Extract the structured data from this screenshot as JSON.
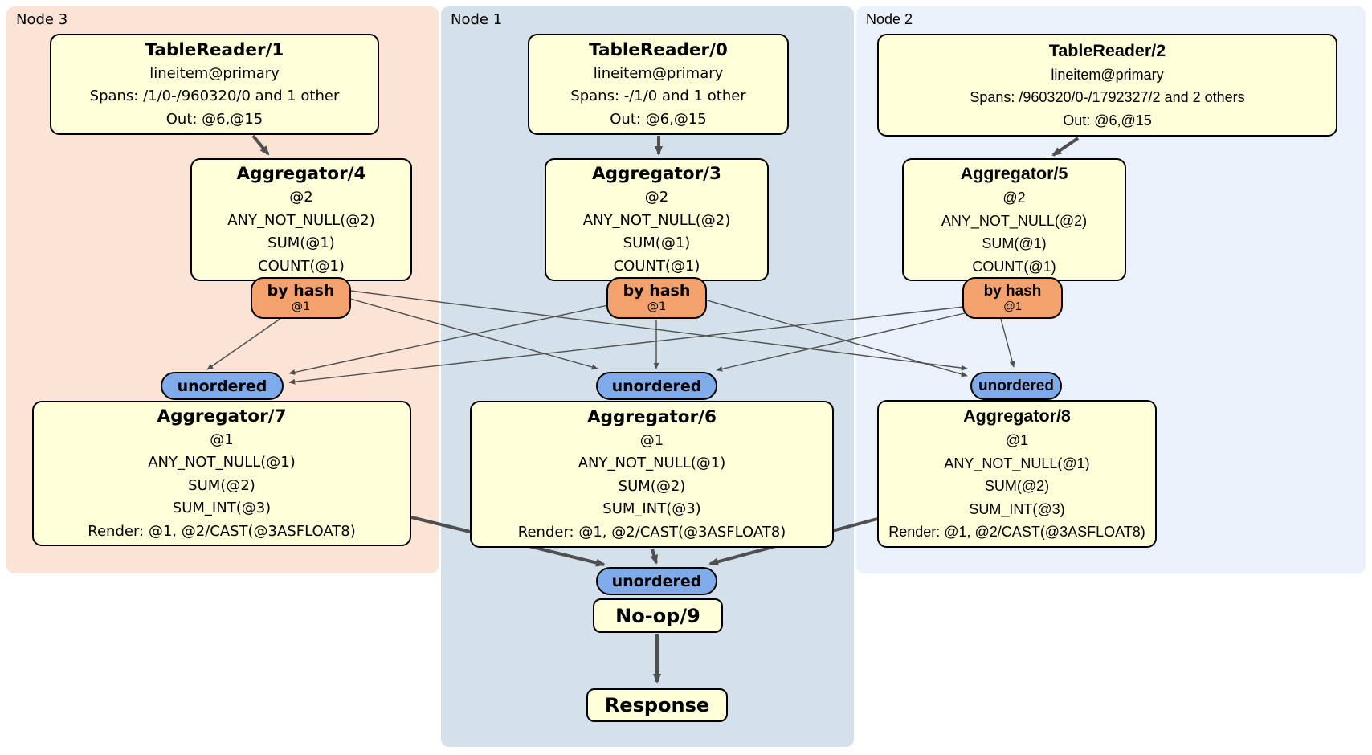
{
  "colors": {
    "node3_band": "#fbe3d6",
    "node1_band": "#d5e1ea",
    "node2_band": "#ebf1fa",
    "box_fill": "#ffffd9",
    "router_fill": "#f4a26d",
    "stream_fill": "#7fabeb",
    "edge": "#4f4f4f"
  },
  "groups": [
    {
      "label": "Node 3",
      "table_reader": {
        "title": "TableReader/1",
        "lines": [
          "lineitem@primary",
          "Spans: /1/0-/960320/0 and 1 other",
          "Out: @6,@15"
        ]
      },
      "pre_aggregator": {
        "title": "Aggregator/4",
        "lines": [
          "@2",
          "ANY_NOT_NULL(@2)",
          "SUM(@1)",
          "COUNT(@1)"
        ]
      },
      "router": {
        "label": "by hash",
        "detail": "@1"
      },
      "stream": {
        "label": "unordered"
      },
      "final_aggregator": {
        "title": "Aggregator/7",
        "lines": [
          "@1",
          "ANY_NOT_NULL(@1)",
          "SUM(@2)",
          "SUM_INT(@3)",
          "Render: @1, @2/CAST(@3ASFLOAT8)"
        ]
      }
    },
    {
      "label": "Node 1",
      "table_reader": {
        "title": "TableReader/0",
        "lines": [
          "lineitem@primary",
          "Spans: -/1/0 and 1 other",
          "Out: @6,@15"
        ]
      },
      "pre_aggregator": {
        "title": "Aggregator/3",
        "lines": [
          "@2",
          "ANY_NOT_NULL(@2)",
          "SUM(@1)",
          "COUNT(@1)"
        ]
      },
      "router": {
        "label": "by hash",
        "detail": "@1"
      },
      "stream": {
        "label": "unordered"
      },
      "final_aggregator": {
        "title": "Aggregator/6",
        "lines": [
          "@1",
          "ANY_NOT_NULL(@1)",
          "SUM(@2)",
          "SUM_INT(@3)",
          "Render: @1, @2/CAST(@3ASFLOAT8)"
        ]
      }
    },
    {
      "label": "Node 2",
      "table_reader": {
        "title": "TableReader/2",
        "lines": [
          "lineitem@primary",
          "Spans: /960320/0-/1792327/2 and 2 others",
          "Out: @6,@15"
        ]
      },
      "pre_aggregator": {
        "title": "Aggregator/5",
        "lines": [
          "@2",
          "ANY_NOT_NULL(@2)",
          "SUM(@1)",
          "COUNT(@1)"
        ]
      },
      "router": {
        "label": "by hash",
        "detail": "@1"
      },
      "stream": {
        "label": "unordered"
      },
      "final_aggregator": {
        "title": "Aggregator/8",
        "lines": [
          "@1",
          "ANY_NOT_NULL(@1)",
          "SUM(@2)",
          "SUM_INT(@3)",
          "Render: @1, @2/CAST(@3ASFLOAT8)"
        ]
      }
    }
  ],
  "sink": {
    "stream": {
      "label": "unordered"
    },
    "noop": {
      "title": "No-op/9"
    },
    "response": {
      "title": "Response"
    }
  }
}
